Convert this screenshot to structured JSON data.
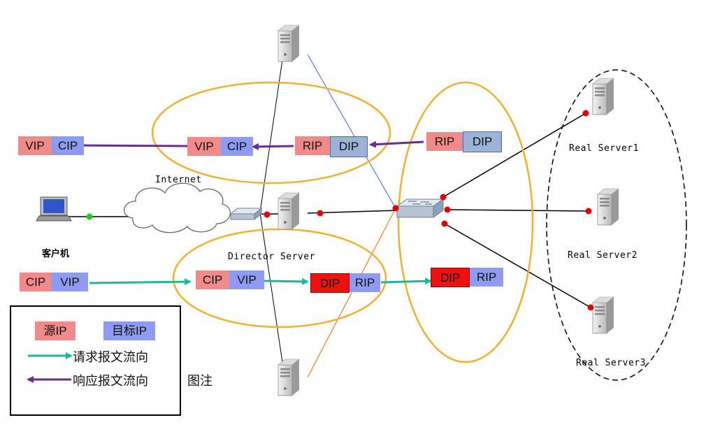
{
  "labels": {
    "internet": "Internet",
    "client": "客户机",
    "director": "Director Server",
    "rs1": "Real Server1",
    "rs2": "Real Server2",
    "rs3": "Real Server3"
  },
  "response_flow": [
    {
      "src": "VIP",
      "dst": "CIP"
    },
    {
      "src": "VIP",
      "dst": "CIP"
    },
    {
      "src": "RIP",
      "dst": "DIP"
    },
    {
      "src": "RIP",
      "dst": "DIP"
    }
  ],
  "request_flow": [
    {
      "src": "CIP",
      "dst": "VIP"
    },
    {
      "src": "CIP",
      "dst": "VIP"
    },
    {
      "src": "DIP",
      "dst": "RIP"
    },
    {
      "src": "DIP",
      "dst": "RIP"
    }
  ],
  "legend": {
    "source_ip": "源IP",
    "target_ip": "目标IP",
    "request": "请求报文流向",
    "response": "响应报文流向",
    "caption": "图注"
  },
  "colors": {
    "source": "#f38a8a",
    "target": "#8e9bf0",
    "request_arrow": "#1fb79a",
    "response_arrow": "#6a2c91",
    "ellipse": "#f0b030",
    "node_dot": "#e00000"
  },
  "icons": {
    "client": "laptop-icon",
    "internet": "cloud-icon",
    "switch": "switch-icon",
    "server": "server-icon"
  }
}
